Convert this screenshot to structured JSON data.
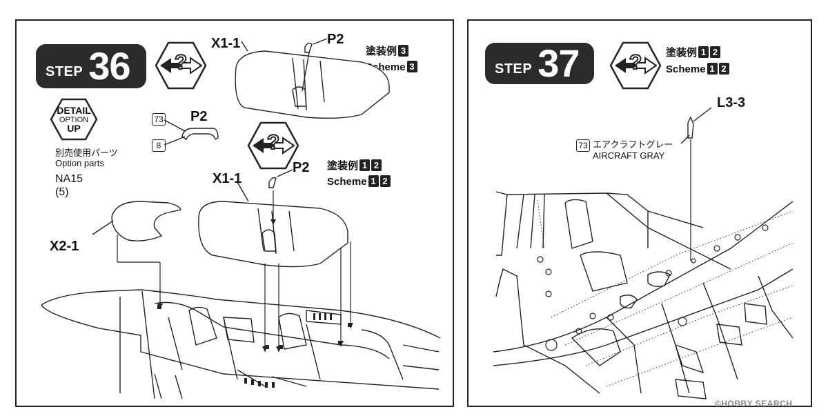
{
  "step36": {
    "step_word": "STEP",
    "step_number": "36",
    "detail_badge": {
      "line1": "DETAIL",
      "line2": "OPTION",
      "line3": "UP"
    },
    "option_parts_jp": "別売使用パーツ",
    "option_parts_en": "Option parts",
    "option_code": "NA15",
    "option_qty": "(5)",
    "part_x1_top": "X1-1",
    "part_p2_top": "P2",
    "scheme_top_jp": "塗装例",
    "scheme_top_en": "Scheme",
    "scheme_top_nums": [
      "3"
    ],
    "p2_detail_label": "P2",
    "paint_num_73": "73",
    "paint_num_8": "8",
    "part_x1_mid": "X1-1",
    "part_p2_mid": "P2",
    "scheme_mid_jp": "塗装例",
    "scheme_mid_en": "Scheme",
    "scheme_mid_nums": [
      "1",
      "2"
    ],
    "part_x2": "X2-1"
  },
  "step37": {
    "step_word": "STEP",
    "step_number": "37",
    "scheme_jp": "塗装例",
    "scheme_en": "Scheme",
    "scheme_nums": [
      "1",
      "2"
    ],
    "part_l3": "L3-3",
    "paint_num": "73",
    "paint_jp": "エアクラフトグレー",
    "paint_en": "AIRCRAFT GRAY"
  },
  "watermark": "©HOBBY SEARCH"
}
